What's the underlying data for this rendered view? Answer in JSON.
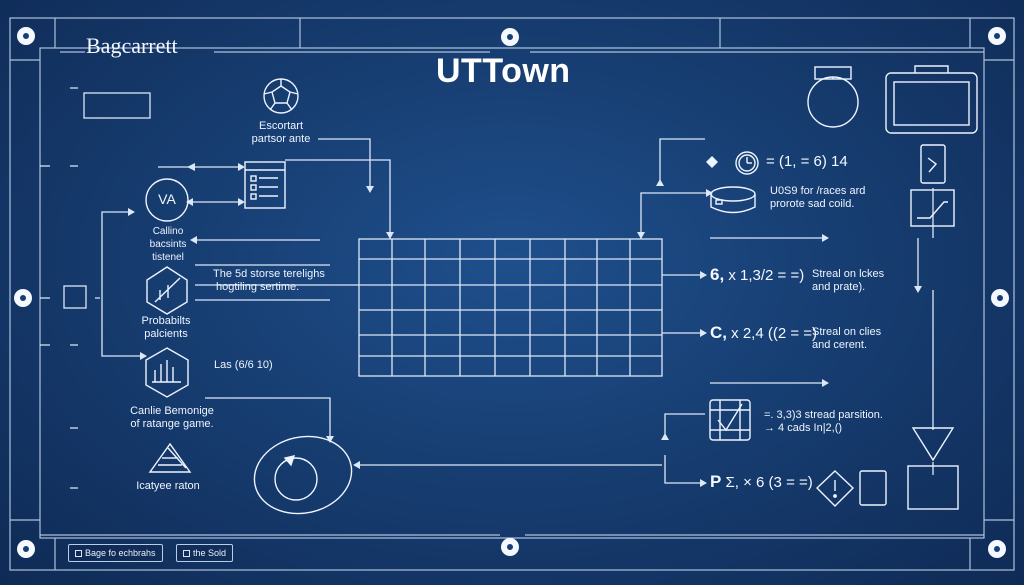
{
  "header": {
    "brand": "Bagcarrett",
    "title": "UTTown"
  },
  "left": {
    "escortant_label": [
      "Escortart",
      "partsor ante"
    ],
    "va_badge": "VA",
    "calling_label": [
      "Callino",
      "bacsints",
      "tistenel"
    ],
    "middle_text": [
      "The 5d storse terelighs",
      "hogtiling sertime."
    ],
    "probabilities_label": [
      "Probabilts",
      "palcients"
    ],
    "las_label": "Las (6/6 10)",
    "gamble_label": [
      "Canlie Bemonige",
      "of ratange game."
    ],
    "katyee_label": "Icatyee raton"
  },
  "right": {
    "row1_formula": "= (1, = 6) 14",
    "row2_text": [
      "U0S9 for /races ard",
      "prorote sad coild."
    ],
    "row3_formula_prefix": "6,",
    "row3_formula": "x 1,3/2 = =)",
    "row3_text": [
      "Streal on lckes",
      "and prate)."
    ],
    "row4_formula_prefix": "C,",
    "row4_formula": "x 2,4 ((2 = =)",
    "row4_text": [
      "Streal on clies",
      "and cerent."
    ],
    "row5_text": [
      "=. 3,3)3 stread parsition.",
      "→ 4 cads In|2,()"
    ],
    "row6_formula_prefix": "P",
    "row6_formula": "Σ, × 6 (3 = =)"
  },
  "footer": {
    "button1": "Bage fo echbrahs",
    "button2": "the Sold"
  },
  "colors": {
    "background": "#173e72",
    "line": "#d6e4f7",
    "text": "#eef4ff"
  }
}
